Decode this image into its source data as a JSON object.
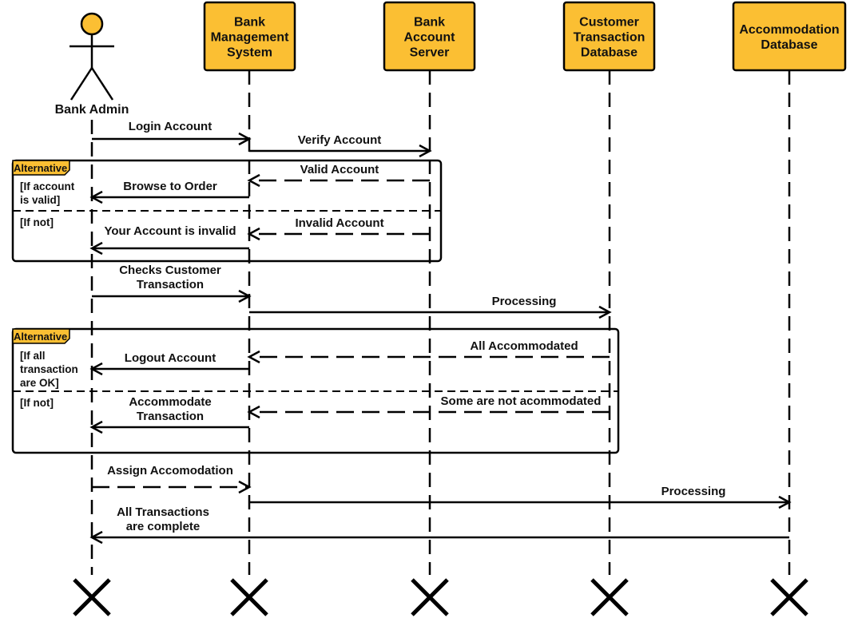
{
  "colors": {
    "accent": "#fbbf33",
    "line": "#000000",
    "text": "#111111",
    "background": "#ffffff"
  },
  "participants": [
    {
      "id": "admin",
      "type": "actor",
      "label": [
        "Bank Admin"
      ]
    },
    {
      "id": "bms",
      "type": "box",
      "label": [
        "Bank",
        "Management",
        "System"
      ]
    },
    {
      "id": "bas",
      "type": "box",
      "label": [
        "Bank",
        "Account",
        "Server"
      ]
    },
    {
      "id": "ctd",
      "type": "box",
      "label": [
        "Customer",
        "Transaction",
        "Database"
      ]
    },
    {
      "id": "adb",
      "type": "box",
      "label": [
        "Accommodation",
        "Database"
      ]
    }
  ],
  "fragments": [
    {
      "id": "alt1",
      "operator": "Alternative",
      "guards": [
        [
          "[If account",
          "is valid]"
        ],
        [
          "[If not]"
        ]
      ]
    },
    {
      "id": "alt2",
      "operator": "Alternative",
      "guards": [
        [
          "[If all",
          "transaction",
          "are OK]"
        ],
        [
          "[If not]"
        ]
      ]
    }
  ],
  "messages": [
    {
      "id": "m1",
      "from": "admin",
      "to": "bms",
      "style": "sync",
      "label": [
        "Login Account"
      ]
    },
    {
      "id": "m2",
      "from": "bms",
      "to": "bas",
      "style": "sync",
      "label": [
        "Verify Account"
      ]
    },
    {
      "id": "m3",
      "from": "bas",
      "to": "bms",
      "style": "reply",
      "label": [
        "Valid Account"
      ]
    },
    {
      "id": "m4",
      "from": "bms",
      "to": "admin",
      "style": "sync",
      "label": [
        "Browse to Order"
      ]
    },
    {
      "id": "m5",
      "from": "bas",
      "to": "bms",
      "style": "reply",
      "label": [
        "Invalid Account"
      ]
    },
    {
      "id": "m6",
      "from": "bms",
      "to": "admin",
      "style": "sync",
      "label": [
        "Your Account is invalid"
      ]
    },
    {
      "id": "m7",
      "from": "admin",
      "to": "bms",
      "style": "sync",
      "label": [
        "Checks Customer",
        "Transaction"
      ]
    },
    {
      "id": "m8",
      "from": "bms",
      "to": "ctd",
      "style": "sync",
      "label": [
        "Processing"
      ]
    },
    {
      "id": "m9",
      "from": "ctd",
      "to": "bms",
      "style": "reply",
      "label": [
        "All Accommodated"
      ]
    },
    {
      "id": "m10",
      "from": "bms",
      "to": "admin",
      "style": "sync",
      "label": [
        "Logout Account"
      ]
    },
    {
      "id": "m11",
      "from": "ctd",
      "to": "bms",
      "style": "reply",
      "label": [
        "Some are not acommodated"
      ]
    },
    {
      "id": "m12",
      "from": "bms",
      "to": "admin",
      "style": "sync",
      "label": [
        "Accommodate",
        "Transaction"
      ]
    },
    {
      "id": "m13",
      "from": "admin",
      "to": "bms",
      "style": "reply",
      "label": [
        "Assign Accomodation"
      ]
    },
    {
      "id": "m14",
      "from": "bms",
      "to": "adb",
      "style": "sync",
      "label": [
        "Processing"
      ]
    },
    {
      "id": "m15",
      "from": "adb",
      "to": "admin",
      "style": "sync",
      "label": [
        "All Transactions",
        "are complete"
      ]
    }
  ]
}
